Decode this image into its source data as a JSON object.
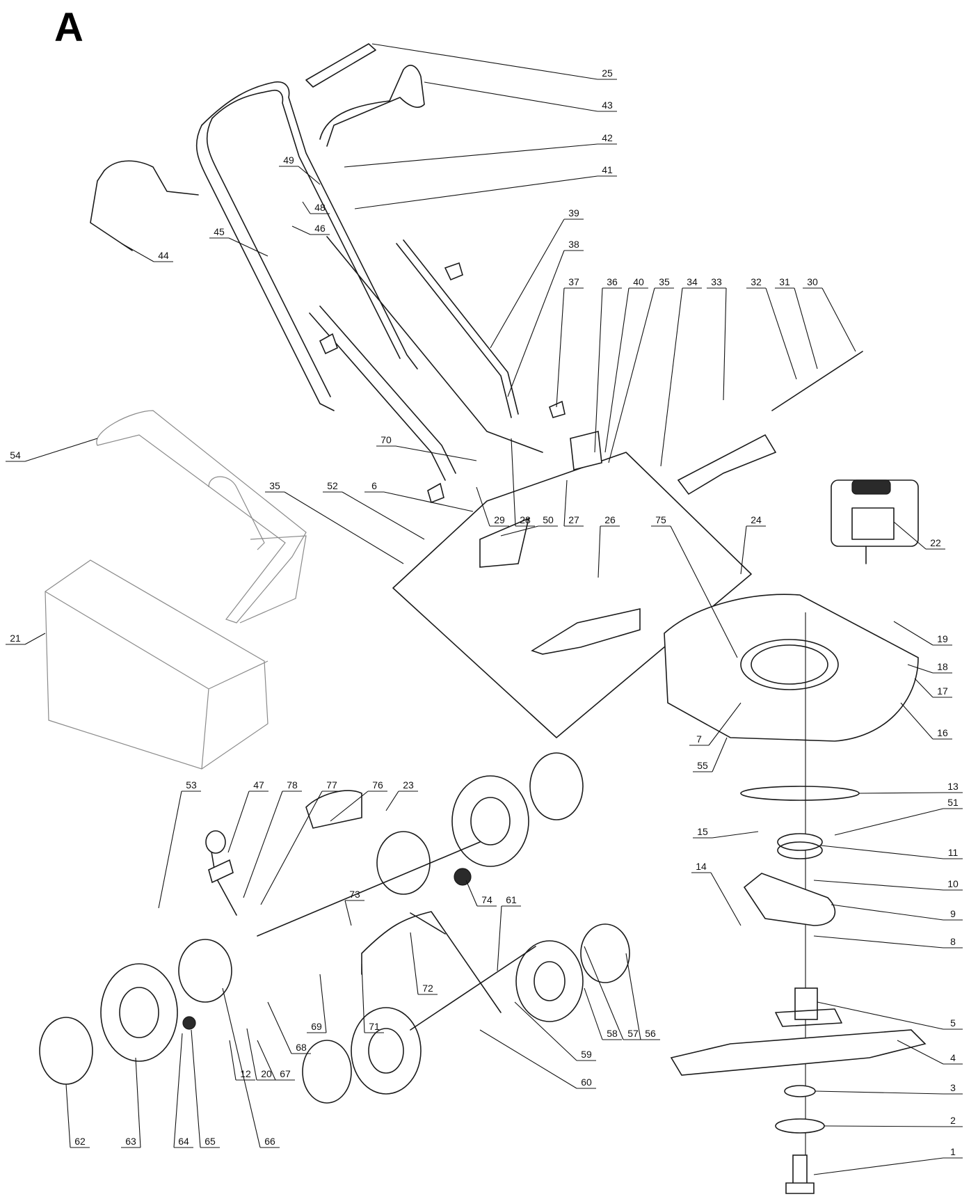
{
  "sheet": {
    "letter": "A"
  },
  "callouts": [
    {
      "id": "25",
      "label": "25"
    },
    {
      "id": "43",
      "label": "43"
    },
    {
      "id": "42",
      "label": "42"
    },
    {
      "id": "41",
      "label": "41"
    },
    {
      "id": "49",
      "label": "49"
    },
    {
      "id": "48",
      "label": "48"
    },
    {
      "id": "46",
      "label": "46"
    },
    {
      "id": "45",
      "label": "45"
    },
    {
      "id": "44",
      "label": "44"
    },
    {
      "id": "39",
      "label": "39"
    },
    {
      "id": "38",
      "label": "38"
    },
    {
      "id": "37",
      "label": "37"
    },
    {
      "id": "36",
      "label": "36"
    },
    {
      "id": "40",
      "label": "40"
    },
    {
      "id": "35a",
      "label": "35"
    },
    {
      "id": "34",
      "label": "34"
    },
    {
      "id": "33",
      "label": "33"
    },
    {
      "id": "32",
      "label": "32"
    },
    {
      "id": "31",
      "label": "31"
    },
    {
      "id": "30",
      "label": "30"
    },
    {
      "id": "54",
      "label": "54"
    },
    {
      "id": "70",
      "label": "70"
    },
    {
      "id": "35b",
      "label": "35"
    },
    {
      "id": "52",
      "label": "52"
    },
    {
      "id": "6",
      "label": "6"
    },
    {
      "id": "29",
      "label": "29"
    },
    {
      "id": "28",
      "label": "28"
    },
    {
      "id": "27",
      "label": "27"
    },
    {
      "id": "50",
      "label": "50"
    },
    {
      "id": "26",
      "label": "26"
    },
    {
      "id": "75",
      "label": "75"
    },
    {
      "id": "24",
      "label": "24"
    },
    {
      "id": "22",
      "label": "22"
    },
    {
      "id": "19",
      "label": "19"
    },
    {
      "id": "18",
      "label": "18"
    },
    {
      "id": "17",
      "label": "17"
    },
    {
      "id": "16",
      "label": "16"
    },
    {
      "id": "21",
      "label": "21"
    },
    {
      "id": "7",
      "label": "7"
    },
    {
      "id": "55",
      "label": "55"
    },
    {
      "id": "13",
      "label": "13"
    },
    {
      "id": "51",
      "label": "51"
    },
    {
      "id": "15",
      "label": "15"
    },
    {
      "id": "11",
      "label": "11"
    },
    {
      "id": "14",
      "label": "14"
    },
    {
      "id": "10",
      "label": "10"
    },
    {
      "id": "9",
      "label": "9"
    },
    {
      "id": "8",
      "label": "8"
    },
    {
      "id": "53",
      "label": "53"
    },
    {
      "id": "47",
      "label": "47"
    },
    {
      "id": "78",
      "label": "78"
    },
    {
      "id": "77",
      "label": "77"
    },
    {
      "id": "76",
      "label": "76"
    },
    {
      "id": "23",
      "label": "23"
    },
    {
      "id": "73",
      "label": "73"
    },
    {
      "id": "74",
      "label": "74"
    },
    {
      "id": "61",
      "label": "61"
    },
    {
      "id": "72",
      "label": "72"
    },
    {
      "id": "69",
      "label": "69"
    },
    {
      "id": "71",
      "label": "71"
    },
    {
      "id": "68",
      "label": "68"
    },
    {
      "id": "12",
      "label": "12"
    },
    {
      "id": "20",
      "label": "20"
    },
    {
      "id": "67",
      "label": "67"
    },
    {
      "id": "58",
      "label": "58"
    },
    {
      "id": "57",
      "label": "57"
    },
    {
      "id": "56",
      "label": "56"
    },
    {
      "id": "59",
      "label": "59"
    },
    {
      "id": "60",
      "label": "60"
    },
    {
      "id": "5",
      "label": "5"
    },
    {
      "id": "4",
      "label": "4"
    },
    {
      "id": "3",
      "label": "3"
    },
    {
      "id": "2",
      "label": "2"
    },
    {
      "id": "1",
      "label": "1"
    },
    {
      "id": "62",
      "label": "62"
    },
    {
      "id": "63",
      "label": "63"
    },
    {
      "id": "64",
      "label": "64"
    },
    {
      "id": "65",
      "label": "65"
    },
    {
      "id": "66",
      "label": "66"
    }
  ]
}
